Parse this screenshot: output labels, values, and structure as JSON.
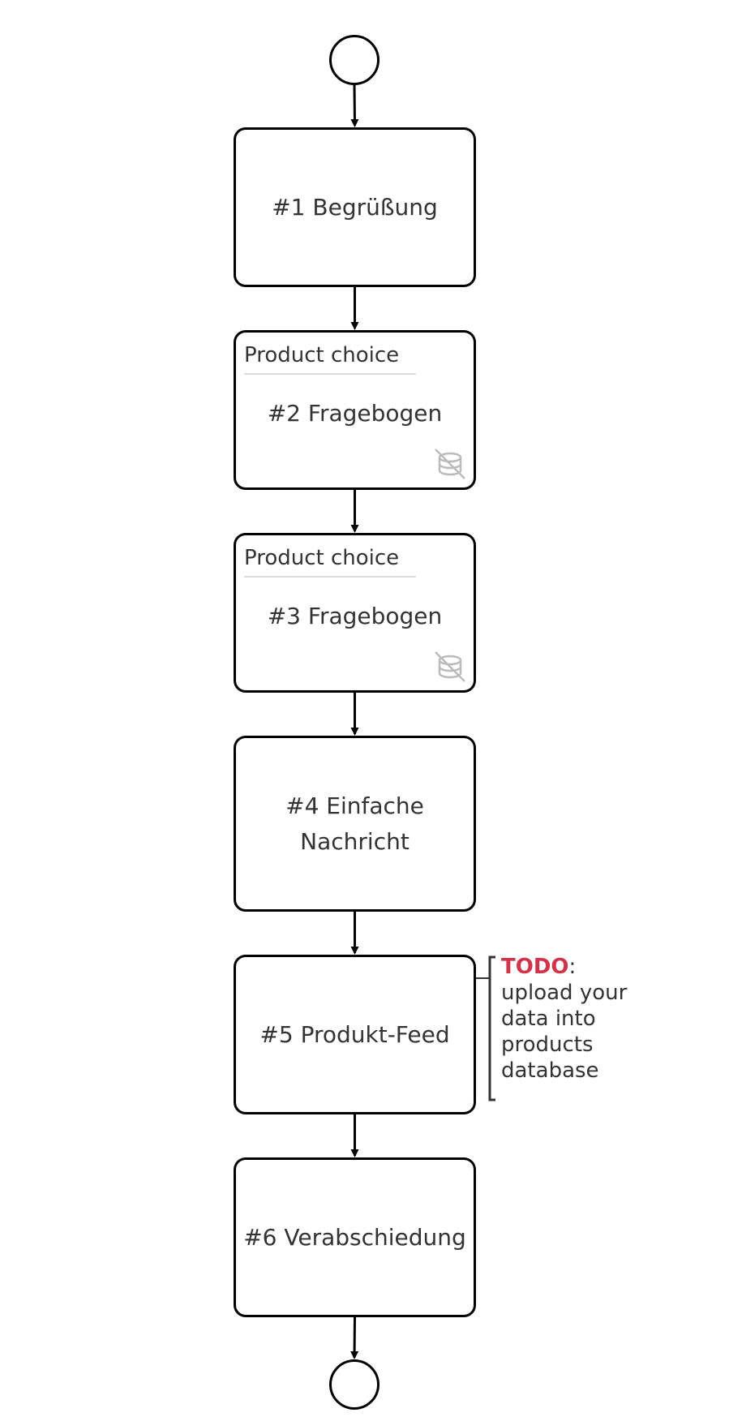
{
  "diagram": {
    "nodes": [
      {
        "id": "n1",
        "label": "#1 Begrüßung",
        "header": "",
        "has_db_icon": false
      },
      {
        "id": "n2",
        "label": "#2 Fragebogen",
        "header": "Product choice",
        "has_db_icon": true
      },
      {
        "id": "n3",
        "label": "#3 Fragebogen",
        "header": "Product choice",
        "has_db_icon": true
      },
      {
        "id": "n4",
        "label": "#4 Einfache Nachricht",
        "header": "",
        "has_db_icon": false
      },
      {
        "id": "n5",
        "label": "#5 Produkt-Feed",
        "header": "",
        "has_db_icon": false
      },
      {
        "id": "n6",
        "label": "#6 Verabschiedung",
        "header": "",
        "has_db_icon": false
      }
    ],
    "edges": [
      {
        "from": "start",
        "to": "n1"
      },
      {
        "from": "n1",
        "to": "n2"
      },
      {
        "from": "n2",
        "to": "n3"
      },
      {
        "from": "n3",
        "to": "n4"
      },
      {
        "from": "n4",
        "to": "n5"
      },
      {
        "from": "n5",
        "to": "n6"
      },
      {
        "from": "n6",
        "to": "end"
      }
    ],
    "annotation": {
      "attached_to": "n5",
      "keyword": "TODO",
      "separator": ":",
      "text": "upload your data into products database"
    },
    "icons": {
      "database": "database-off-icon"
    },
    "colors": {
      "stroke": "#000000",
      "label": "#333333",
      "todo": "#d0344a",
      "icon": "#bbbbbb"
    }
  }
}
